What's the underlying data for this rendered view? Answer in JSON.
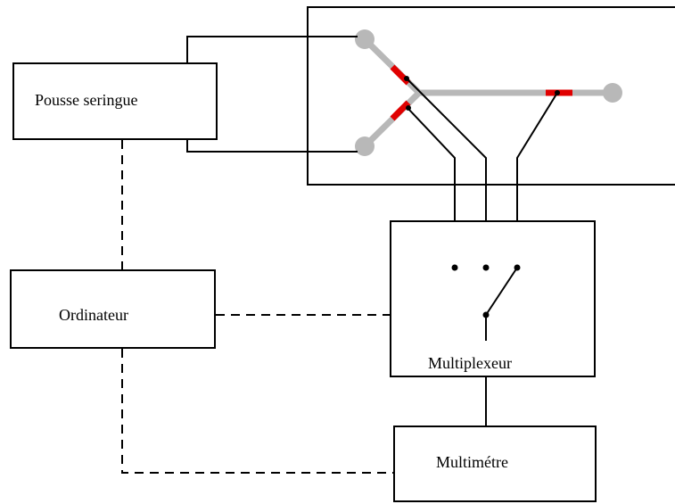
{
  "blocks": {
    "syringe_pump": "Pousse seringue",
    "computer": "Ordinateur",
    "multiplexer": "Multiplexeur",
    "multimeter": "Multimétre"
  },
  "colors": {
    "tube": "#b8b8b8",
    "electrode": "#e00000",
    "line": "#000000",
    "background": "#ffffff"
  }
}
